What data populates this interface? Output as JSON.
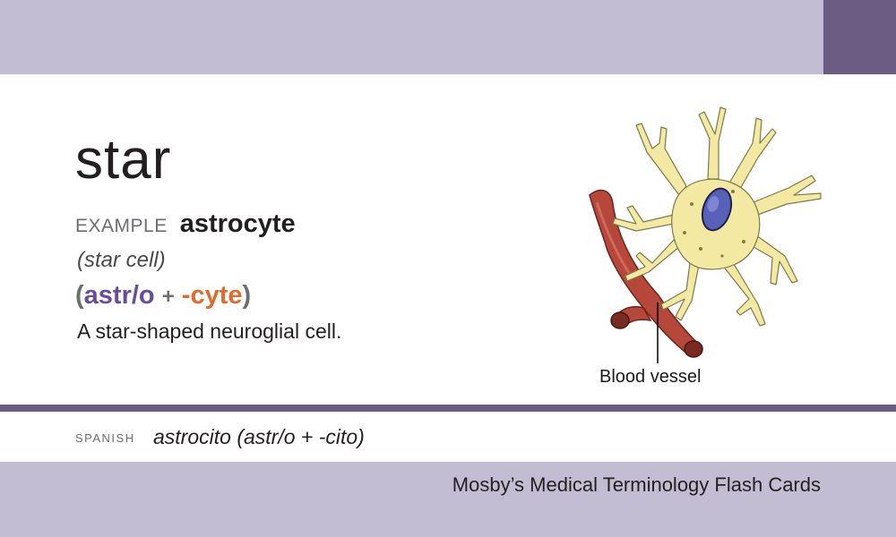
{
  "card": {
    "term": "star",
    "example_label": "EXAMPLE",
    "example_word": "astrocyte",
    "meaning": "(star cell)",
    "word_parts": {
      "open_paren": "(",
      "root": "astr/o",
      "plus": "+",
      "suffix": "-cyte",
      "close_paren": ")"
    },
    "definition": "A star-shaped neuroglial cell.",
    "illustration": {
      "icon": "astrocyte-with-blood-vessel-illustration",
      "callout_label": "Blood vessel"
    },
    "spanish": {
      "label": "SPANISH",
      "text": "astrocito (astr/o + -cito)"
    },
    "footer": "Mosby’s Medical Terminology Flash Cards"
  },
  "colors": {
    "band_light": "#c3bdd3",
    "band_dark": "#6c5b83",
    "root_purple": "#6a4c9c",
    "suffix_orange": "#e26a2c",
    "vessel_red": "#b5483a",
    "cell_yellow": "#f3e9a2"
  }
}
